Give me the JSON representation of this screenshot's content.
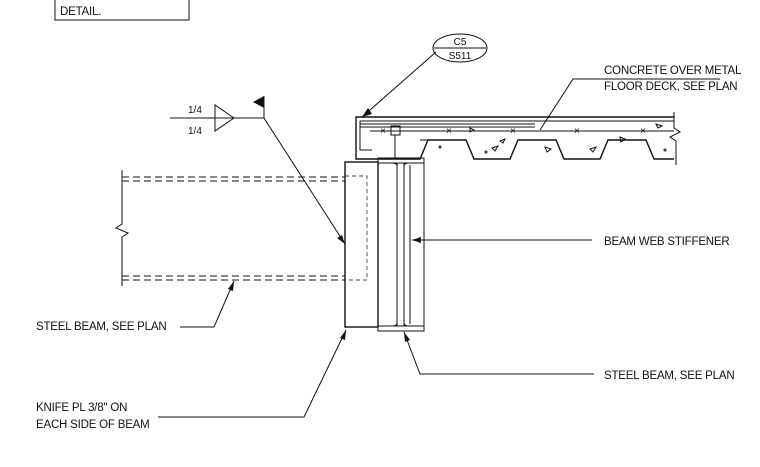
{
  "detail_box": {
    "text": "DETAIL."
  },
  "section_bubble": {
    "top": "C5",
    "bottom": "S511"
  },
  "weld_symbol": {
    "top_size": "1/4",
    "bottom_size": "1/4"
  },
  "labels": {
    "concrete_deck_line1": "CONCRETE OVER METAL",
    "concrete_deck_line2": "FLOOR DECK, SEE PLAN",
    "beam_web_stiffener": "BEAM WEB STIFFENER",
    "steel_beam_left": "STEEL BEAM, SEE PLAN",
    "steel_beam_right": "STEEL BEAM, SEE PLAN",
    "knife_plate_line1": "KNIFE PL 3/8\" ON",
    "knife_plate_line2": "EACH SIDE OF BEAM"
  }
}
